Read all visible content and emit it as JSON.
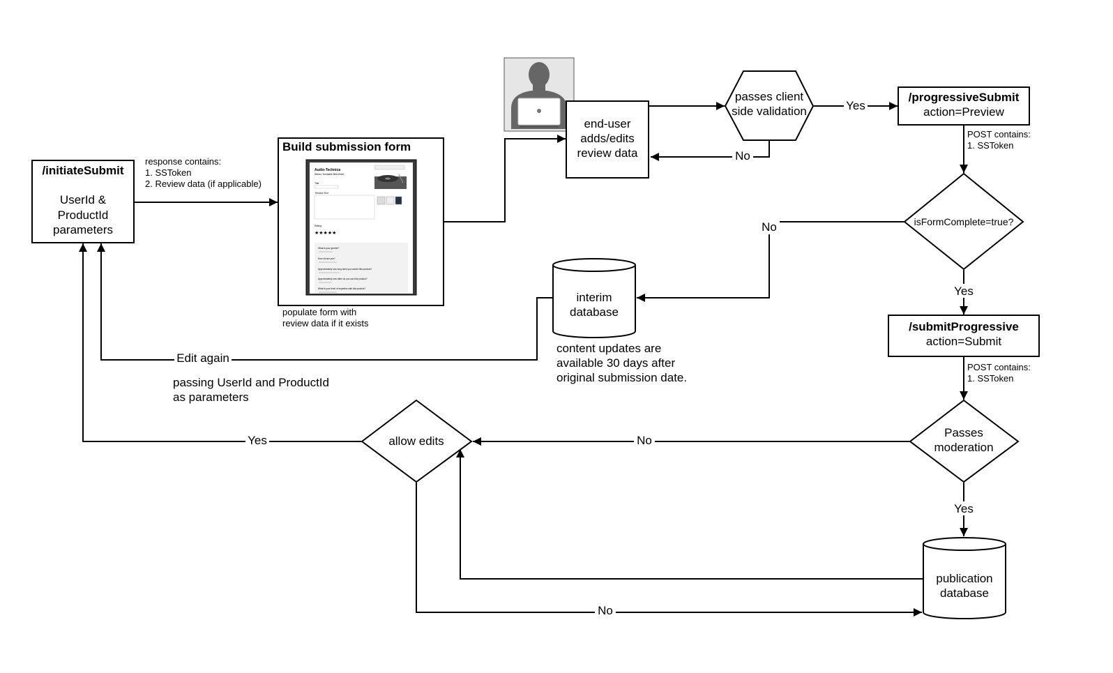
{
  "nodes": {
    "initiate_submit": {
      "title": "/initiateSubmit",
      "line1": "UserId &",
      "line2": "ProductId",
      "line3": "parameters"
    },
    "build_form": {
      "title": "Build submission form",
      "mock": {
        "brand": "Audio-Technica",
        "subtitle": "Stereo Turntable Belt-Drive",
        "title_field": "Title",
        "review_label": "Review Text",
        "rating_label": "Rating",
        "q1": "What is your gender?",
        "q2": "How old are you?",
        "q3": "Approximately how long have you owned this product?",
        "q4": "Approximately how often do you use this product?",
        "q5": "What is your level of expertise with this product?"
      }
    },
    "end_user": {
      "line1": "end-user",
      "line2": "adds/edits",
      "line3": "review data"
    },
    "client_validation": {
      "line1": "passes client",
      "line2": "side validation"
    },
    "progressive_submit": {
      "title": "/progressiveSubmit",
      "subtitle": "action=Preview"
    },
    "is_form_complete": {
      "label": "isFormComplete=true?"
    },
    "interim_db": {
      "line1": "interim",
      "line2": "database"
    },
    "submit_progressive": {
      "title": "/submitProgressive",
      "subtitle": "action=Submit"
    },
    "passes_moderation": {
      "line1": "Passes",
      "line2": "moderation"
    },
    "allow_edits": {
      "label": "allow edits"
    },
    "publication_db": {
      "line1": "publication",
      "line2": "database"
    }
  },
  "annotations": {
    "response_contains": {
      "line1": "response contains:",
      "line2": "1.  SSToken",
      "line3": "2. Review data (if applicable)"
    },
    "populate_form": {
      "line1": "populate form with",
      "line2": "review data if it exists"
    },
    "post_contains_1": {
      "line1": "POST  contains:",
      "line2": "1.  SSToken"
    },
    "post_contains_2": {
      "line1": "POST  contains:",
      "line2": "1.  SSToken"
    },
    "content_updates": {
      "line1": "content updates are",
      "line2": "available 30 days after",
      "line3": "original submission date."
    },
    "passing_params": {
      "line1": "passing UserId and ProductId",
      "line2": "as parameters"
    }
  },
  "edges": {
    "validation_yes": "Yes",
    "validation_no": "No",
    "complete_no": "No",
    "complete_yes": "Yes",
    "edit_again": "Edit again",
    "moderation_no": "No",
    "moderation_yes": "Yes",
    "allow_yes": "Yes",
    "allow_no": "No"
  }
}
